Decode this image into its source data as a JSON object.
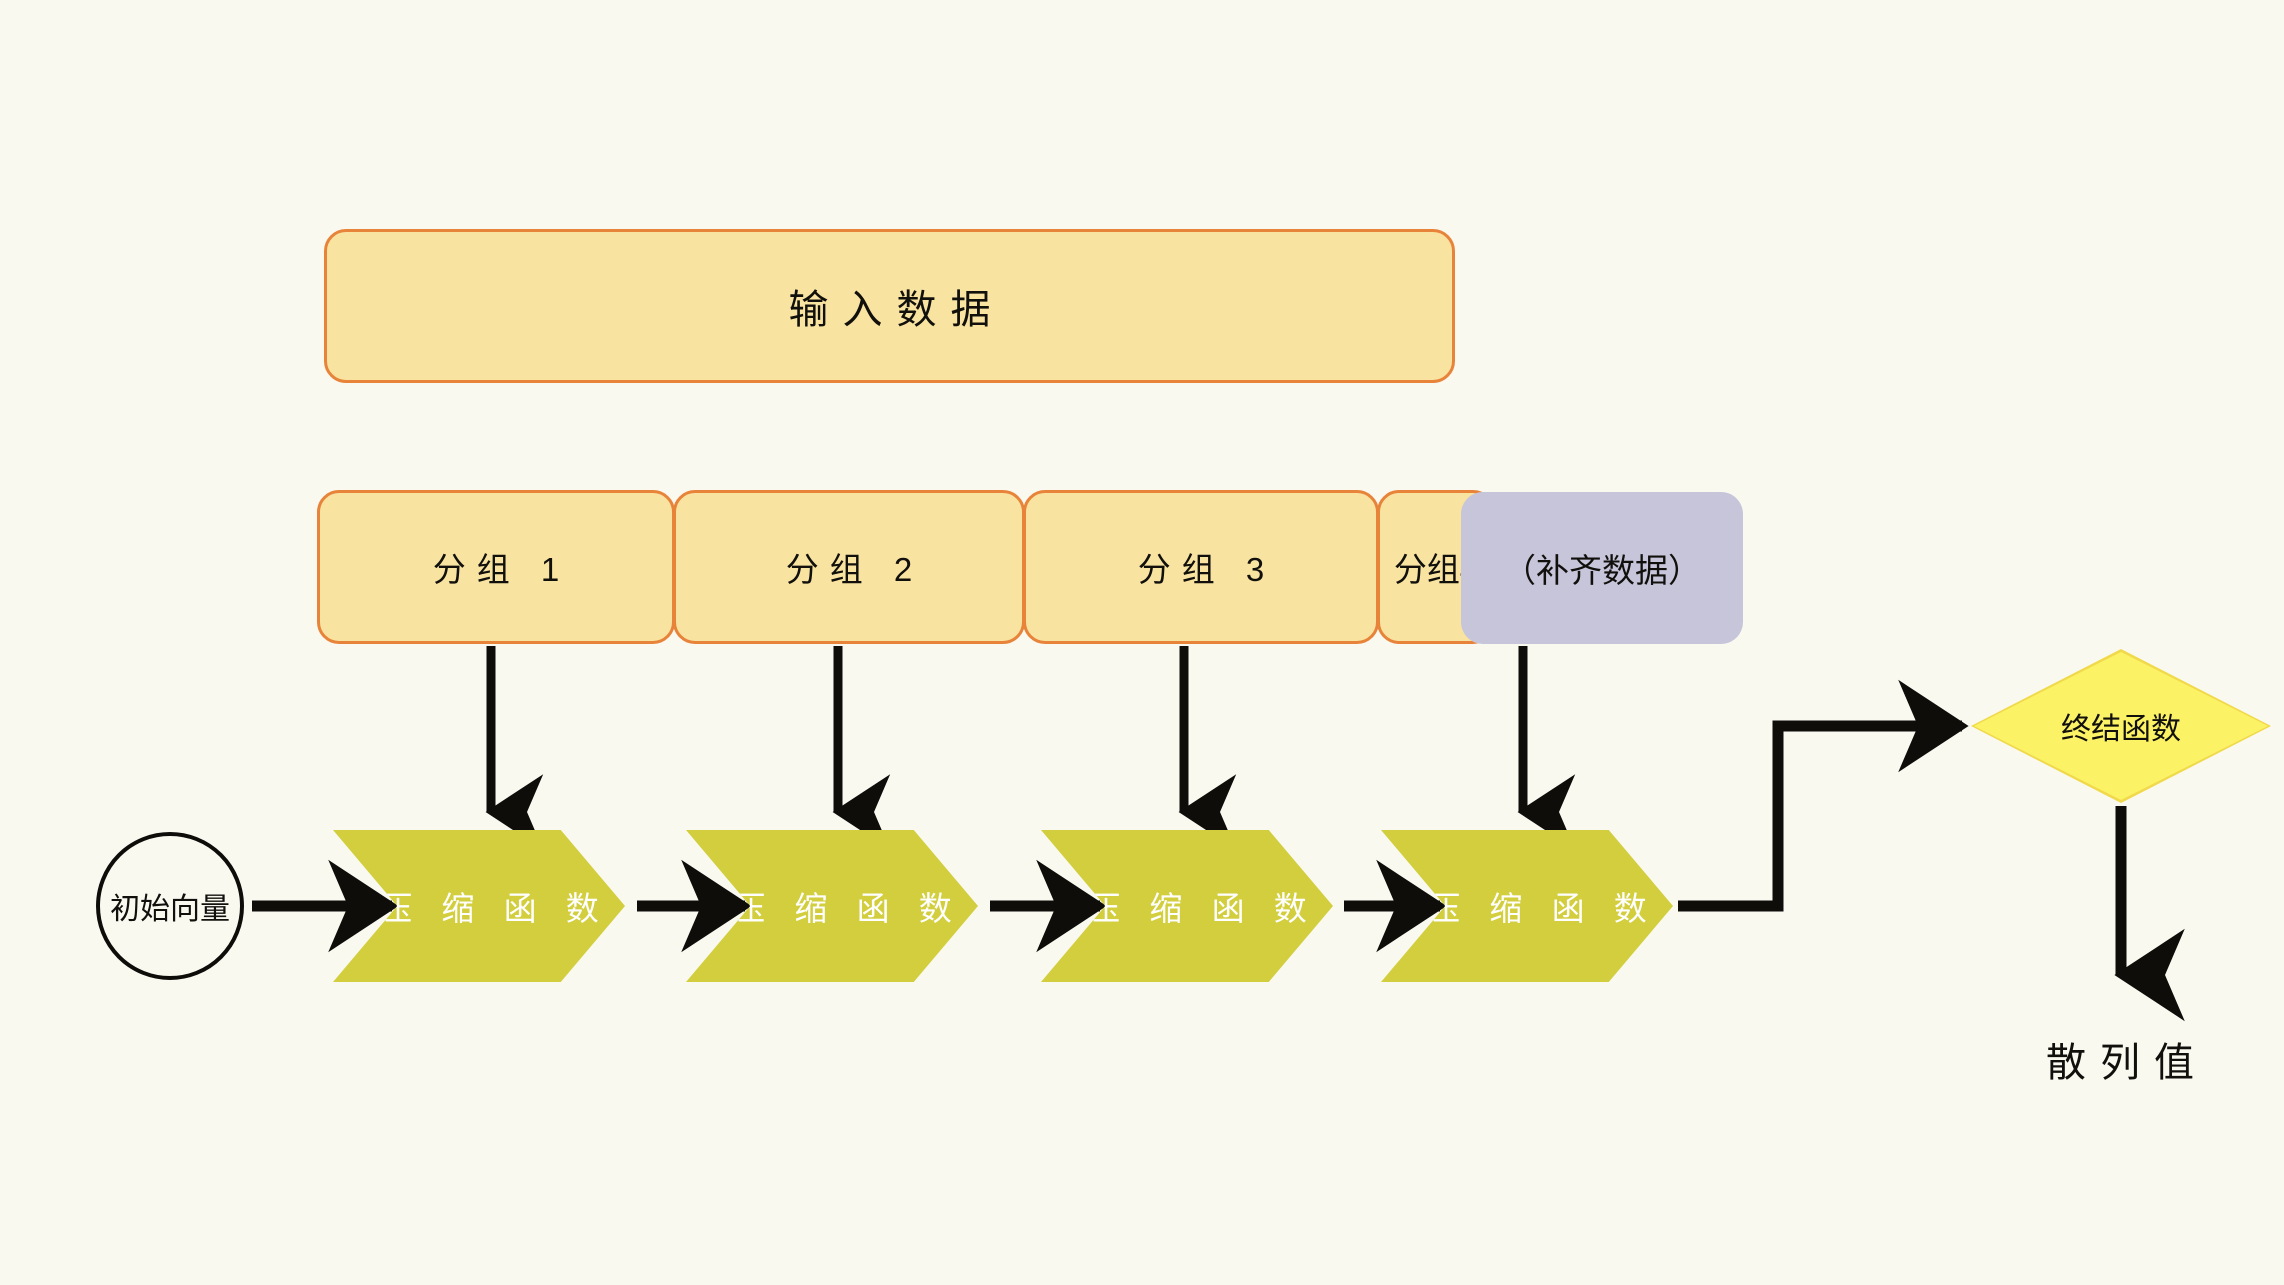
{
  "diagram": {
    "title_text": "输入数据",
    "background_color": "#faf9f0",
    "input": {
      "label": "输入数据"
    },
    "groups": [
      {
        "label": "分组 1"
      },
      {
        "label": "分组 2"
      },
      {
        "label": "分组 3"
      },
      {
        "label": "分组4"
      }
    ],
    "padding": {
      "label": "（补齐数据）",
      "color": "#c6c5da"
    },
    "initial_vector": {
      "label": "初始向量"
    },
    "compression": [
      {
        "label": "压 缩 函 数"
      },
      {
        "label": "压 缩 函 数"
      },
      {
        "label": "压 缩 函 数"
      },
      {
        "label": "压 缩 函 数"
      }
    ],
    "finalization": {
      "label": "终结函数",
      "color": "#fbf266"
    },
    "output": {
      "label": "散列值"
    },
    "colors": {
      "box_fill": "#f8e3a1",
      "box_border": "#e8833a",
      "chevron_fill": "#d2ce3d",
      "padding_fill": "#c6c5da",
      "diamond_fill": "#fbf266",
      "diamond_border": "#f0d94a",
      "arrow": "#0e0d0a",
      "text": "#12100c",
      "chevron_text": "#ffffff"
    }
  }
}
